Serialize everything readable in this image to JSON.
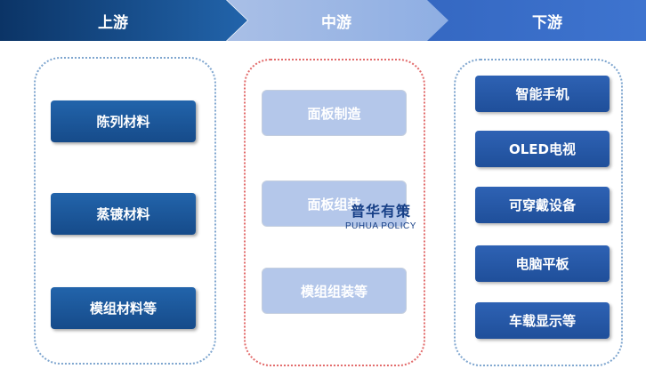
{
  "stages": {
    "upstream": {
      "title": "上游",
      "items": [
        "陈列材料",
        "蒸镀材料",
        "模组材料等"
      ]
    },
    "midstream": {
      "title": "中游",
      "items": [
        "面板制造",
        "面板组装",
        "模组组装等"
      ]
    },
    "downstream": {
      "title": "下游",
      "items": [
        "智能手机",
        "OLED电视",
        "可穿戴设备",
        "电脑平板",
        "车载显示等"
      ]
    }
  },
  "watermark": {
    "main": "普华有策",
    "sub": "PUHUA POLICY"
  },
  "colors": {
    "upstream_dark": "#164b8a",
    "midstream_light": "#b4c7ea",
    "downstream_blue": "#2e62b4",
    "midstream_border": "#e26b6b"
  }
}
